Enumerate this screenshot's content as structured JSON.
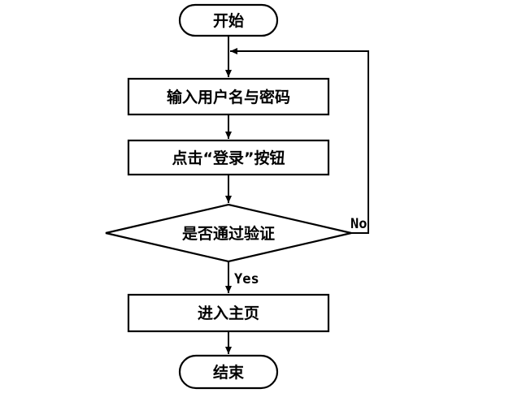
{
  "diagram": {
    "type": "flowchart",
    "nodes": [
      {
        "id": "start",
        "shape": "terminal",
        "label": "开始"
      },
      {
        "id": "input",
        "shape": "process",
        "label": "输入用户名与密码"
      },
      {
        "id": "click",
        "shape": "process",
        "label": "点击“登录”按钮"
      },
      {
        "id": "check",
        "shape": "decision",
        "label": "是否通过验证"
      },
      {
        "id": "home",
        "shape": "process",
        "label": "进入主页"
      },
      {
        "id": "end",
        "shape": "terminal",
        "label": "结束"
      }
    ],
    "edges": [
      {
        "from": "start",
        "to": "input",
        "label": ""
      },
      {
        "from": "input",
        "to": "click",
        "label": ""
      },
      {
        "from": "click",
        "to": "check",
        "label": ""
      },
      {
        "from": "check",
        "to": "home",
        "label": "Yes"
      },
      {
        "from": "check",
        "to": "input",
        "label": "No"
      },
      {
        "from": "home",
        "to": "end",
        "label": ""
      }
    ]
  }
}
